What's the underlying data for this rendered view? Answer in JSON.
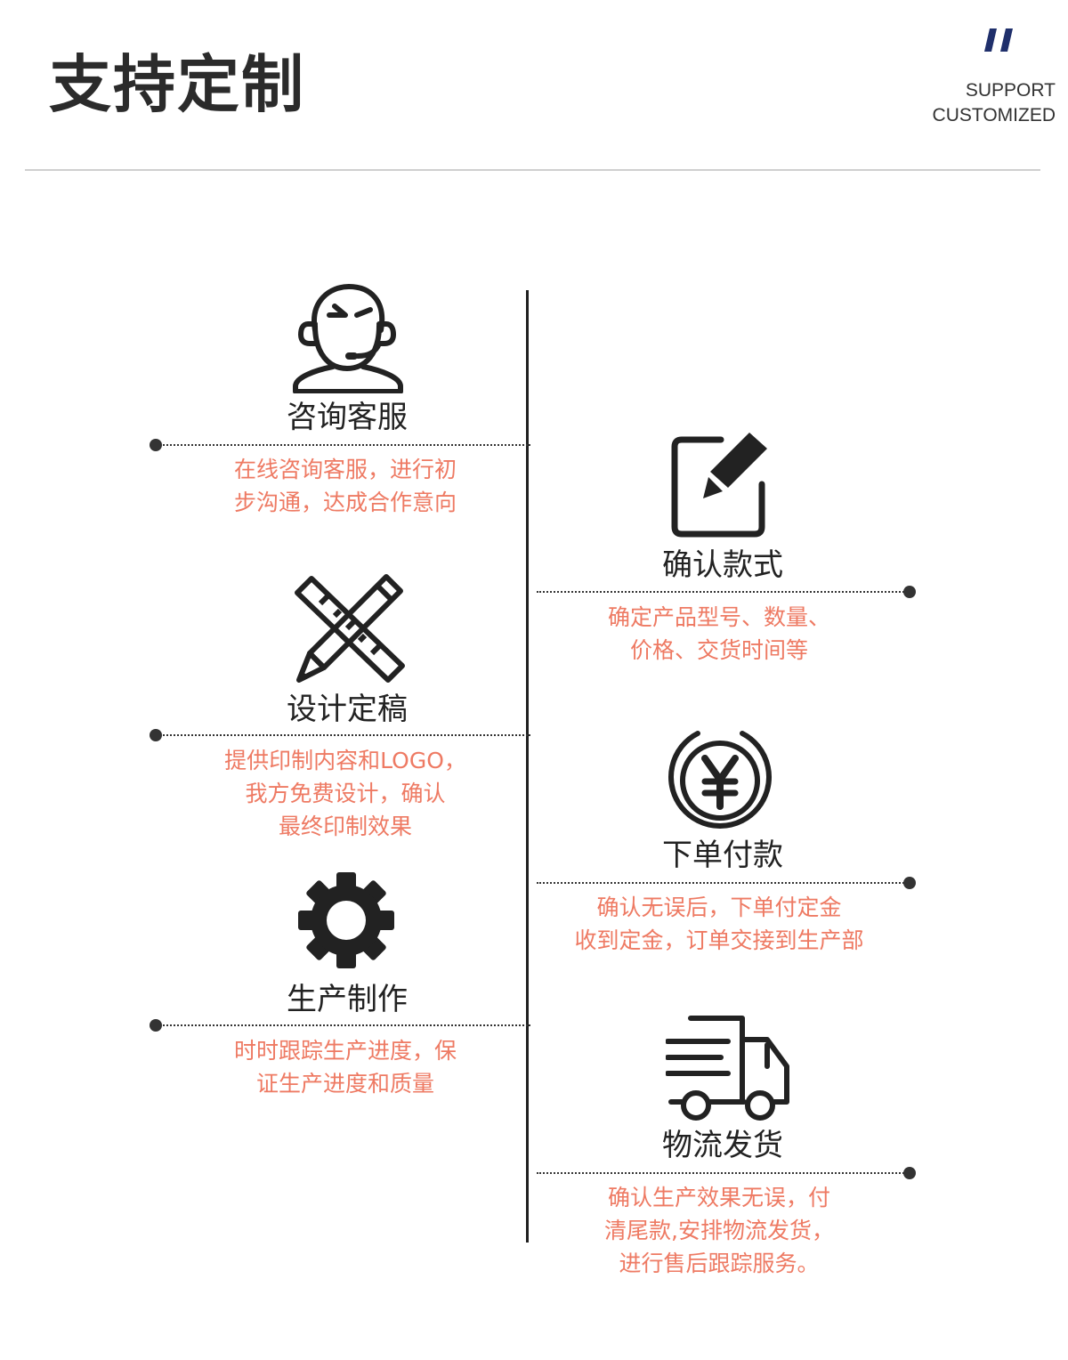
{
  "header": {
    "title": "支持定制",
    "subtitle_line1": "SUPPORT",
    "subtitle_line2": "CUSTOMIZED",
    "accent_color": "#1f2f6b"
  },
  "colors": {
    "description_text": "#ee7a63",
    "icon": "#222222",
    "timeline": "#1f1f1f"
  },
  "steps": [
    {
      "title": "咨询客服",
      "icon": "customer-service-icon",
      "desc": [
        "在线咨询客服，进行初",
        "步沟通，达成合作意向"
      ]
    },
    {
      "title": "确认款式",
      "icon": "edit-icon",
      "desc": [
        "确定产品型号、数量、",
        "价格、交货时间等"
      ]
    },
    {
      "title": "设计定稿",
      "icon": "design-tools-icon",
      "desc": [
        "提供印制内容和LOGO，",
        "我方免费设计，确认",
        "最终印制效果"
      ]
    },
    {
      "title": "下单付款",
      "icon": "yen-icon",
      "desc": [
        "确认无误后，下单付定金",
        "收到定金，订单交接到生产部"
      ]
    },
    {
      "title": "生产制作",
      "icon": "gear-icon",
      "desc": [
        "时时跟踪生产进度，保",
        "证生产进度和质量"
      ]
    },
    {
      "title": "物流发货",
      "icon": "truck-icon",
      "desc": [
        "确认生产效果无误，付",
        "清尾款,安排物流发货，",
        "进行售后跟踪服务。"
      ]
    }
  ]
}
